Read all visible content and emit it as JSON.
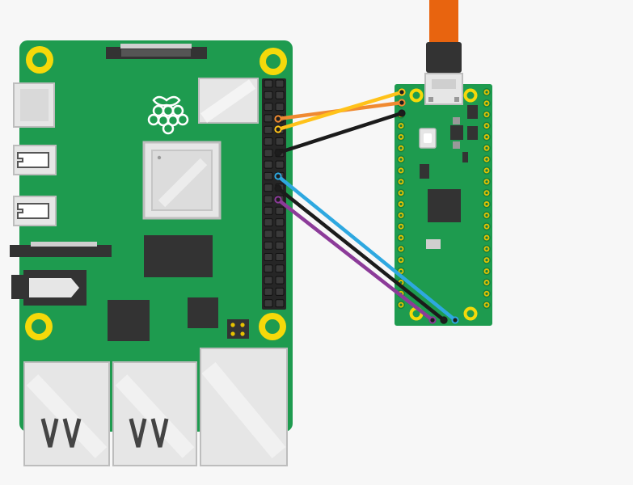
{
  "diagram": {
    "background": "#f7f7f7",
    "colors": {
      "board_green": "#1e9b4f",
      "board_green_dark": "#147a3c",
      "mount_hole_ring": "#f5d90a",
      "pin_black": "#222222",
      "pin_pad_gold": "#e6c200",
      "chip_dark": "#333333",
      "metal_light": "#e6e6e6",
      "metal_mid": "#cfcfcf",
      "usb_cable": "#e8640f",
      "raspberry_logo": "#ffffff"
    },
    "pi4": {
      "name": "raspberry-pi-4",
      "gpio_header_pins": 40,
      "usb_ports": 2,
      "ethernet_ports": 1,
      "micro_hdmi_ports": 2
    },
    "pico": {
      "name": "raspberry-pi-pico",
      "pins_per_side": 20
    },
    "wires": [
      {
        "id": "orange",
        "color": "#f08a31"
      },
      {
        "id": "yellow",
        "color": "#ffc21a"
      },
      {
        "id": "black-1",
        "color": "#1b1b1b"
      },
      {
        "id": "blue",
        "color": "#2ea8e0"
      },
      {
        "id": "black-2",
        "color": "#1b1b1b"
      },
      {
        "id": "purple",
        "color": "#8c3b99"
      }
    ]
  }
}
